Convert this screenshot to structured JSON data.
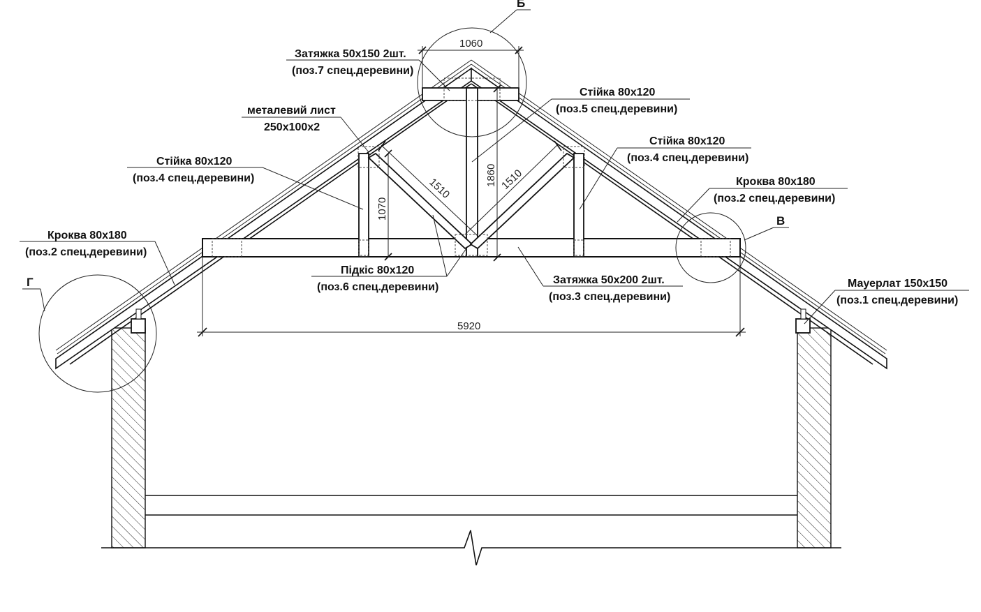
{
  "labels": {
    "tie_top": "Затяжка 50х150 2шт.",
    "tie_top_pos": "(поз.7 спец.деревини)",
    "metal_sheet": "металевий лист",
    "metal_sheet_size": "250х100х2",
    "post_center": "Стійка 80х120",
    "post_center_pos": "(поз.5 спец.деревини)",
    "post_right": "Стійка 80х120",
    "post_right_pos": "(поз.4 спец.деревини)",
    "post_left": "Стійка 80х120",
    "post_left_pos": "(поз.4 спец.деревини)",
    "rafter_right": "Кроква 80х180",
    "rafter_right_pos": "(поз.2 спец.деревини)",
    "rafter_left": "Кроква 80х180",
    "rafter_left_pos": "(поз.2 спец.деревини)",
    "strut": "Підкіс 80х120",
    "strut_pos": "(поз.6 спец.деревини)",
    "tie_main": "Затяжка 50х200 2шт.",
    "tie_main_pos": "(поз.3 спец.деревини)",
    "mauerlat": "Мауерлат 150х150",
    "mauerlat_pos": "(поз.1 спец.деревини)"
  },
  "dimensions": {
    "top_tie_width": "1060",
    "strut_left": "1510",
    "strut_right": "1510",
    "center_post": "1860",
    "side_post": "1070",
    "span": "5920"
  },
  "detail_tags": {
    "b": "Б",
    "v": "В",
    "g": "Г"
  }
}
